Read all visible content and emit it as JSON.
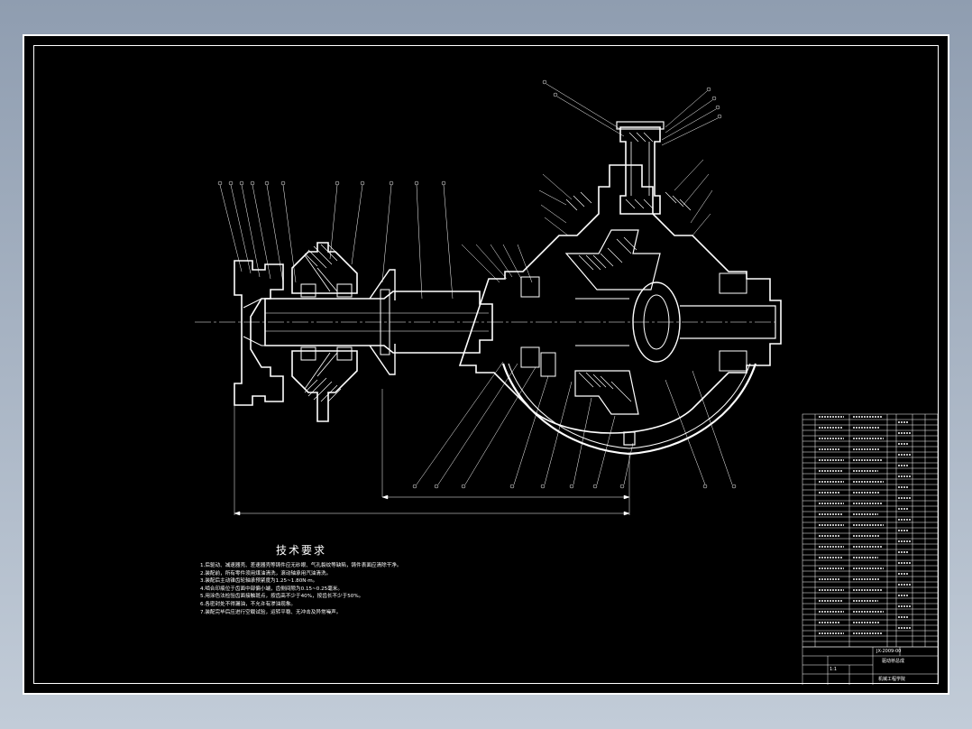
{
  "technical_requirements": {
    "title": "技术要求",
    "items": [
      "1.后驱动、减速器壳、差速器壳等铸件应无砂眼、气孔裂纹等缺陷，铸件表面应清除干净。",
      "2.装配前，所有零件须用煤油清洗，滚动轴承用汽油清洗。",
      "3.装配后主动锥齿轮轴承预紧度为1.25~1.80N·m。",
      "4.啮合印痕位于齿面中部偏小端，齿侧间隙为0.15~0.25毫米。",
      "5.用涂色法检验齿面接触斑点，按齿高不少于40%，按齿长不少于50%。",
      "6.各密封处不得漏油，不允许有渗油现象。",
      "7.装配完毕后应进行空载试验，运转平稳、无冲击及异常噪声。"
    ]
  },
  "title_block": {
    "drawing_number": "JX-2009-00",
    "drawing_name": "驱动桥总成",
    "school": "机械工程学院",
    "scale": "1:1"
  },
  "colors": {
    "line": "#ffffff",
    "background": "#000000",
    "window": "#9aa8bb"
  }
}
